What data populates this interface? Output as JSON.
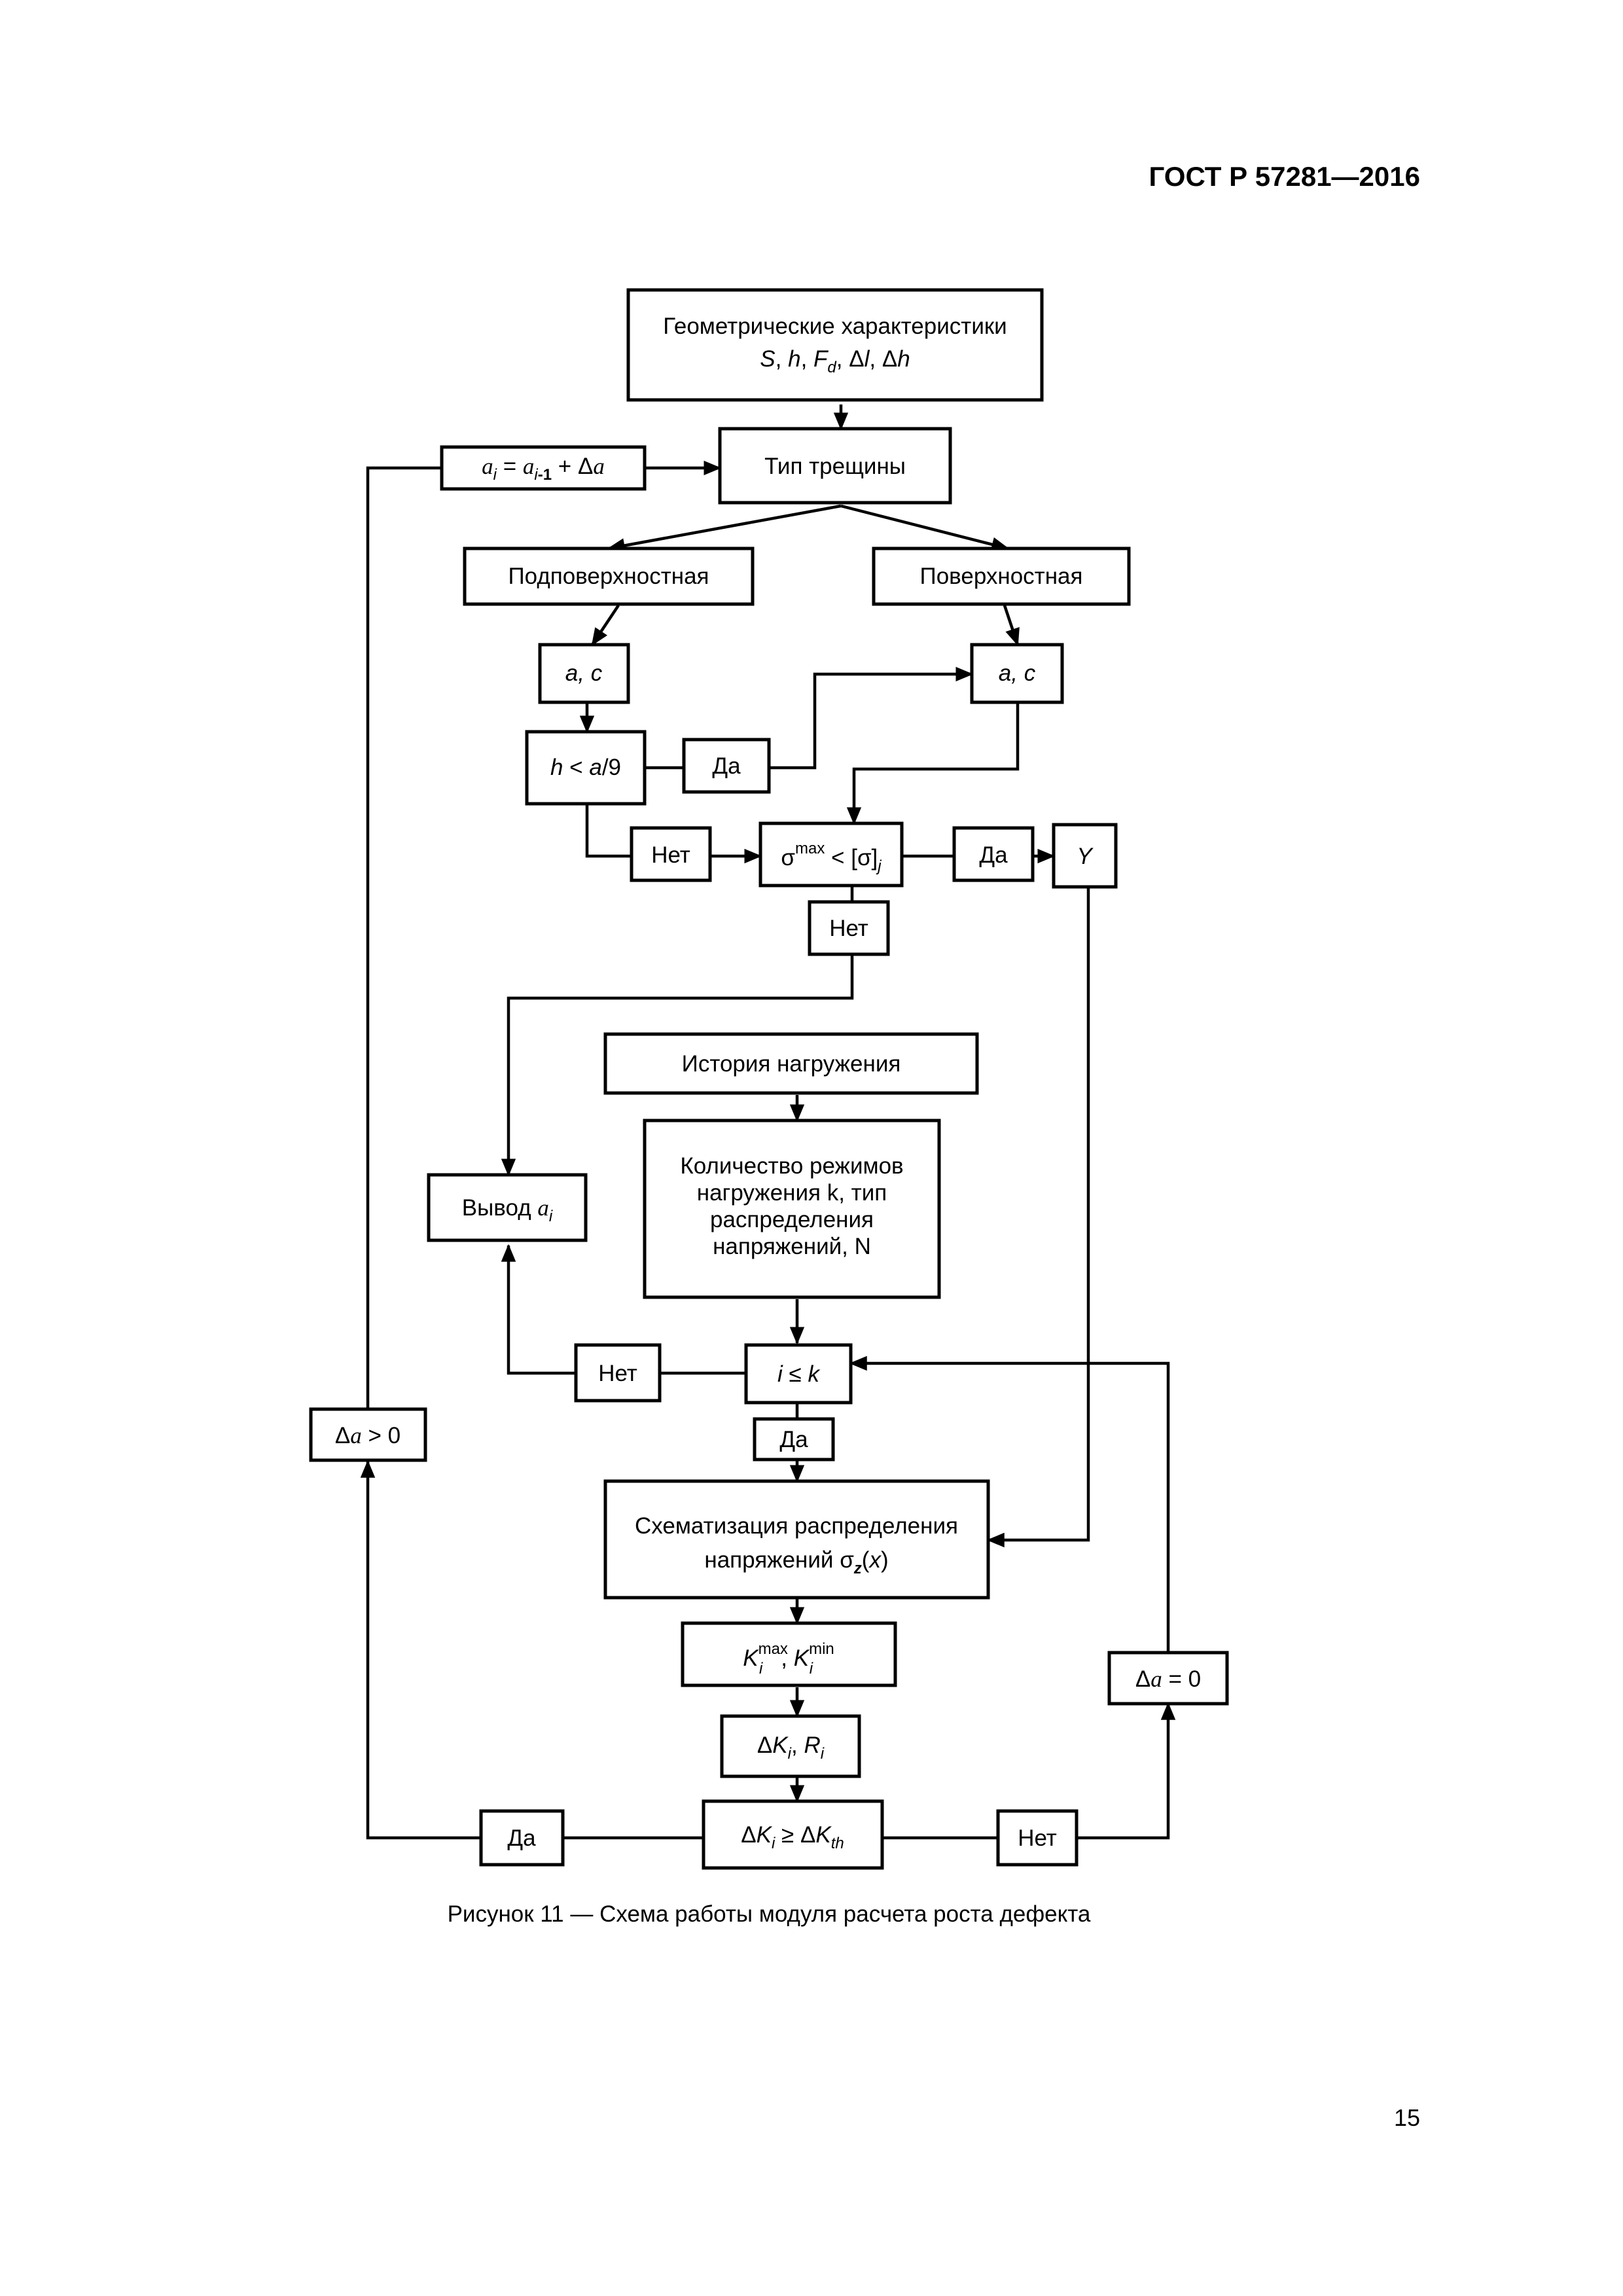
{
  "header": {
    "doc_id": "ГОСТ Р 57281—2016"
  },
  "flowchart": {
    "geometry": {
      "title": "Геометрические характеристики",
      "params": "S, h, Fd, Δl, Δh"
    },
    "increment": "ai = ai-1 + Δa",
    "crack_type": "Тип трещины",
    "subsurface": "Подповерхностная",
    "surface": "Поверхностная",
    "ac_left": "a, c",
    "ac_right": "a, c",
    "condition_h": "h < a/9",
    "yes_1": "Да",
    "no_1": "Нет",
    "sigma_check": "σmax < [σ]j",
    "yes_2": "Да",
    "y_box": "Y",
    "no_2": "Нет",
    "loading_history": "История нагружения",
    "modes": [
      "Количество режимов",
      "нагружения k, тип",
      "распределения",
      "напряжений, N"
    ],
    "output": "Вывод ai",
    "no_3": "Нет",
    "i_le_k": "i ≤ k",
    "yes_3": "Да",
    "delta_a_pos": "Δa > 0",
    "schematization": [
      "Схематизация распределения",
      "напряжений σz(x)"
    ],
    "k_values": "Kimax, Kimin",
    "delta_k_r": "ΔKi, Ri",
    "delta_k_check": "ΔKi ≥ ΔKth",
    "yes_4": "Да",
    "no_4": "Нет",
    "delta_a_zero": "Δa = 0"
  },
  "caption": "Рисунок 11 — Схема работы модуля расчета роста дефекта",
  "page_number": "15"
}
